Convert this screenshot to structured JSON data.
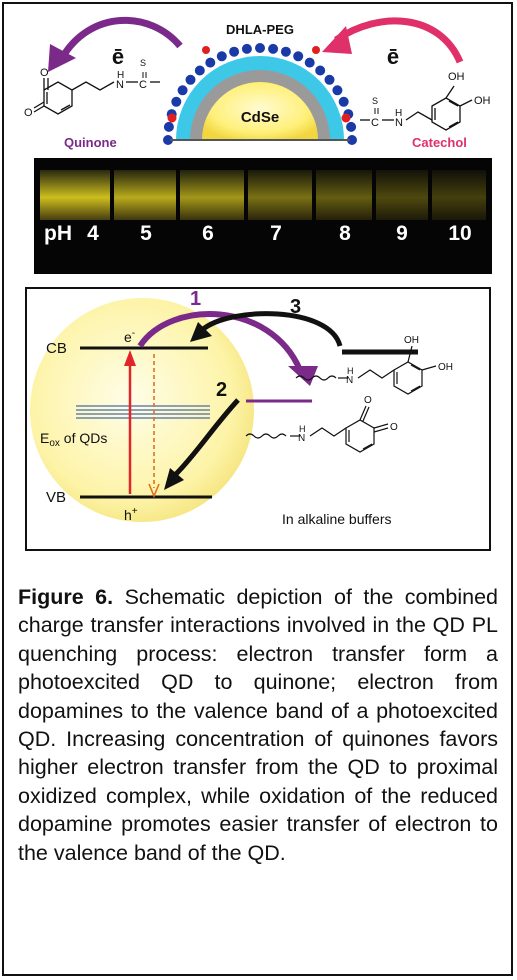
{
  "top": {
    "shell_label": "DHLA-PEG",
    "core_label": "CdSe",
    "electron_left": "ē",
    "electron_right": "ē",
    "left_molecule_label": "Quinone",
    "right_molecule_label": "Catechol",
    "strip_prefix": "pH",
    "ph_values": [
      "4",
      "5",
      "6",
      "7",
      "8",
      "9",
      "10"
    ],
    "atom_o": "O",
    "atom_oh": "OH",
    "atom_s": "S",
    "atom_h": "H",
    "atom_n": "N",
    "atom_c": "C"
  },
  "diagram": {
    "cb_label": "CB",
    "vb_label": "VB",
    "eox_label_main": "E",
    "eox_label_sub": "ox",
    "eox_label_rest": " of QDs",
    "electron": "e",
    "electron_sup": "-",
    "hole": "h",
    "hole_sup": "+",
    "path1": "1",
    "path2": "2",
    "path3": "3",
    "buffer_note": "In alkaline buffers",
    "atom_oh": "OH",
    "atom_o": "O",
    "atom_h": "H",
    "atom_n": "N"
  },
  "caption": {
    "label": "Figure 6.",
    "text": " Schematic depiction of the combined charge transfer interactions involved in the QD PL quenching process: electron transfer form a photoexcited QD to quinone; electron from dopamines to the valence band of a photoexcited QD. Increasing concentration of quinones favors higher electron transfer from the QD to proximal oxidized complex, while oxidation of the reduced dopamine promotes easier transfer of electron to the valence band of the QD."
  },
  "colors": {
    "purple": "#7b2a8a",
    "magenta": "#e0306a",
    "red": "#e0262a",
    "orange_dashed": "#e07020",
    "band_blue": "#4a6aa8"
  }
}
